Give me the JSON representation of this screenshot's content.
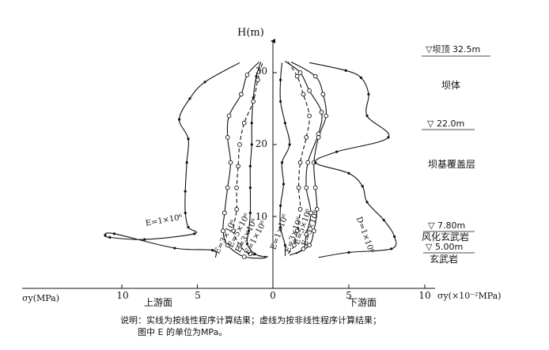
{
  "chart_data": {
    "type": "line",
    "y_axis_title": "H(m)",
    "x_left_unit": "σy(MPa)",
    "x_right_unit": "σy(×10⁻²MPa)",
    "x_ticks_left": [
      "10",
      "5",
      "0"
    ],
    "x_ticks_right": [
      "5",
      "10"
    ],
    "y_ticks": [
      "10",
      "20",
      "30"
    ],
    "side_labels": {
      "upstream": "上游面",
      "downstream": "下游面"
    },
    "levels": [
      {
        "label": "▽坝顶 32.5m",
        "h": 32.5
      },
      {
        "label": "▽ 22.0m",
        "h": 22.0
      },
      {
        "label": "▽ 7.80m",
        "h": 7.8
      },
      {
        "label": "▽ 5.00m",
        "h": 5.0
      }
    ],
    "zones": [
      {
        "label": "坝体",
        "h": 28.5
      },
      {
        "label": "坝基覆盖层",
        "h": 17.0
      },
      {
        "label": "风化玄武岩",
        "h": 6.9
      },
      {
        "label": "玄武岩",
        "h": 4.2
      }
    ],
    "series": [
      {
        "side": "up",
        "style": "solid",
        "marker": "dot",
        "points": [
          [
            2.2,
            31.4
          ],
          [
            4.5,
            28.7
          ],
          [
            5.5,
            26.4
          ],
          [
            6.2,
            23.5
          ],
          [
            5.6,
            20.8
          ],
          [
            5.7,
            17.5
          ],
          [
            5.8,
            13.5
          ],
          [
            5.8,
            10.5
          ],
          [
            5.6,
            8.5
          ],
          [
            5.2,
            7.6
          ],
          [
            8.5,
            6.8
          ],
          [
            10.8,
            7.1
          ],
          [
            11.1,
            7.4
          ],
          [
            10.5,
            7.6
          ],
          [
            6.5,
            5.6
          ],
          [
            4.0,
            5.3
          ],
          [
            3.8,
            4.3
          ]
        ]
      },
      {
        "side": "up",
        "style": "solid",
        "marker": "circle",
        "points": [
          [
            0.9,
            31.5
          ],
          [
            1.7,
            29.7
          ],
          [
            2.1,
            27.0
          ],
          [
            2.9,
            24.0
          ],
          [
            3.0,
            21.0
          ],
          [
            2.8,
            17.5
          ],
          [
            3.0,
            14.0
          ],
          [
            3.2,
            10.5
          ],
          [
            3.3,
            8.0
          ],
          [
            3.0,
            6.0
          ],
          [
            1.9,
            4.4
          ],
          [
            0.5,
            4.2
          ]
        ]
      },
      {
        "side": "up",
        "style": "dashed",
        "marker": "circle",
        "points": [
          [
            0.7,
            31.3
          ],
          [
            1.0,
            29.0
          ],
          [
            1.3,
            26.0
          ],
          [
            1.9,
            23.0
          ],
          [
            2.2,
            20.0
          ],
          [
            2.3,
            17.0
          ],
          [
            2.4,
            14.0
          ],
          [
            2.4,
            11.0
          ],
          [
            2.6,
            8.0
          ],
          [
            2.2,
            6.0
          ],
          [
            1.5,
            4.8
          ],
          [
            0.3,
            4.4
          ]
        ]
      },
      {
        "side": "up",
        "style": "solid",
        "marker": "dot",
        "points": [
          [
            0.8,
            31.5
          ],
          [
            1.1,
            29.5
          ],
          [
            1.3,
            26.5
          ],
          [
            1.4,
            23.0
          ],
          [
            1.4,
            20.0
          ],
          [
            1.5,
            17.0
          ],
          [
            1.5,
            14.0
          ],
          [
            1.5,
            10.5
          ],
          [
            1.6,
            8.0
          ],
          [
            1.7,
            6.2
          ],
          [
            1.2,
            4.8
          ],
          [
            0.4,
            4.3
          ]
        ]
      },
      {
        "side": "down",
        "style": "solid",
        "marker": "dot",
        "points": [
          [
            0.6,
            31.4
          ],
          [
            0.5,
            29.0
          ],
          [
            0.5,
            26.0
          ],
          [
            0.8,
            23.0
          ],
          [
            1.1,
            20.0
          ],
          [
            0.6,
            17.5
          ],
          [
            0.7,
            14.5
          ],
          [
            0.5,
            11.5
          ],
          [
            0.5,
            8.5
          ],
          [
            0.8,
            6.0
          ],
          [
            0.8,
            4.5
          ]
        ]
      },
      {
        "side": "down",
        "style": "dashed",
        "marker": "circle",
        "points": [
          [
            1.0,
            31.5
          ],
          [
            1.6,
            29.5
          ],
          [
            2.0,
            27.0
          ],
          [
            2.4,
            24.0
          ],
          [
            2.2,
            21.0
          ],
          [
            1.8,
            17.5
          ],
          [
            1.7,
            14.0
          ],
          [
            1.8,
            11.0
          ],
          [
            1.6,
            8.0
          ],
          [
            1.4,
            6.0
          ],
          [
            1.0,
            4.8
          ]
        ]
      },
      {
        "side": "down",
        "style": "solid",
        "marker": "circle",
        "points": [
          [
            0.8,
            31.6
          ],
          [
            1.8,
            30.0
          ],
          [
            2.4,
            27.5
          ],
          [
            3.2,
            24.5
          ],
          [
            3.0,
            21.5
          ],
          [
            2.3,
            17.5
          ],
          [
            2.2,
            14.0
          ],
          [
            2.5,
            10.5
          ],
          [
            2.2,
            7.5
          ],
          [
            2.0,
            5.5
          ],
          [
            1.1,
            4.6
          ]
        ]
      },
      {
        "side": "down",
        "style": "solid",
        "marker": "circle",
        "points": [
          [
            1.2,
            31.5
          ],
          [
            2.8,
            29.5
          ],
          [
            3.3,
            27.0
          ],
          [
            3.5,
            24.0
          ],
          [
            3.0,
            21.0
          ],
          [
            2.7,
            17.5
          ],
          [
            2.8,
            14.0
          ],
          [
            2.9,
            11.0
          ],
          [
            2.7,
            8.0
          ],
          [
            2.4,
            6.0
          ],
          [
            1.5,
            4.8
          ]
        ]
      },
      {
        "side": "down",
        "style": "solid",
        "marker": "dot",
        "points": [
          [
            2.4,
            31.4
          ],
          [
            4.8,
            30.3
          ],
          [
            5.8,
            29.3
          ],
          [
            6.3,
            27.0
          ],
          [
            6.2,
            24.0
          ],
          [
            7.6,
            21.0
          ],
          [
            4.2,
            19.0
          ],
          [
            2.8,
            17.5
          ],
          [
            5.0,
            16.0
          ],
          [
            5.9,
            14.2
          ],
          [
            6.2,
            12.0
          ],
          [
            7.3,
            9.5
          ],
          [
            8.0,
            7.2
          ],
          [
            7.8,
            5.5
          ],
          [
            5.0,
            5.0
          ],
          [
            3.0,
            4.3
          ]
        ]
      }
    ],
    "curve_labels": [
      {
        "text": "E=1×10⁶",
        "side": "up",
        "x": 8.4,
        "h": 8.7,
        "rotate": -10
      },
      {
        "text": "E=3×10⁶",
        "side": "up",
        "x": 3.6,
        "h": 4.7,
        "rotate": -62
      },
      {
        "text": "E=5×10⁶",
        "side": "up",
        "x": 2.7,
        "h": 5.6,
        "rotate": -62
      },
      {
        "text": "E=3×10⁶",
        "side": "up",
        "x": 2.2,
        "h": 4.9,
        "rotate": -62
      },
      {
        "text": "E=1×10⁶",
        "side": "up",
        "x": 1.6,
        "h": 4.6,
        "rotate": -62
      },
      {
        "text": "E=1×10⁶",
        "side": "down",
        "x": 0.15,
        "h": 5.3,
        "rotate": -70
      },
      {
        "text": "E=3×10⁶",
        "side": "down",
        "x": 1.1,
        "h": 4.9,
        "rotate": -70
      },
      {
        "text": "E=5×10⁶",
        "side": "down",
        "x": 1.7,
        "h": 6.0,
        "rotate": -70
      },
      {
        "text": "E=3×10⁶",
        "side": "down",
        "x": 2.2,
        "h": 5.8,
        "rotate": -70
      },
      {
        "text": "D=1×10⁶",
        "side": "down",
        "x": 5.5,
        "h": 9.8,
        "rotate": 70
      }
    ]
  },
  "caption": {
    "line1": "说明：实线为按线性程序计算结果；虚线为按非线性程序计算结果；",
    "line2": "图中 E 的单位为MPa。"
  }
}
